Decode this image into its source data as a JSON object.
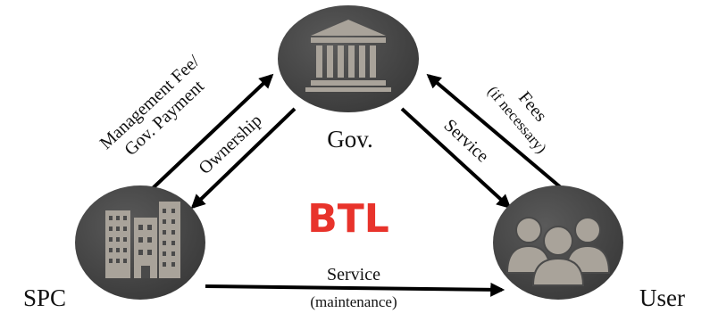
{
  "title": "BTL",
  "title_color": "#e8332b",
  "node_fill": "#4a4a4a",
  "icon_fill": "#a9a39a",
  "nodes": {
    "gov": {
      "label": "Gov.",
      "icon": "government-building-icon"
    },
    "spc": {
      "label": "SPC",
      "icon": "office-buildings-icon"
    },
    "user": {
      "label": "User",
      "icon": "user-group-icon"
    }
  },
  "edges": {
    "spc_to_gov": {
      "line1": "Management Fee/",
      "line2": "Gov. Payment"
    },
    "gov_to_spc": {
      "label": "Ownership"
    },
    "gov_to_user": {
      "label": "Service"
    },
    "user_to_gov": {
      "line1": "Fees",
      "line2": "(if necessary)"
    },
    "spc_to_user": {
      "line1": "Service",
      "line2": "(maintenance)"
    }
  }
}
